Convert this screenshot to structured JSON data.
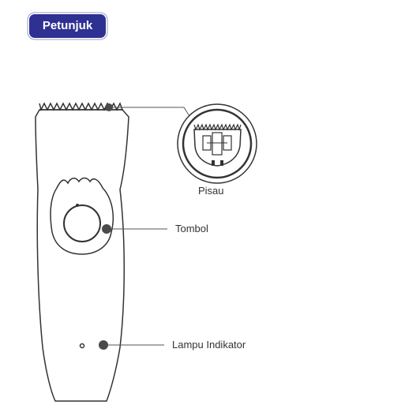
{
  "badge": {
    "label": "Petunjuk",
    "color": "#2e3192"
  },
  "callouts": {
    "blade": "Pisau",
    "button": "Tombol",
    "indicator": "Lampu Indikator"
  },
  "icons": {
    "clipper": "hair-clipper-icon",
    "blade_detail": "blade-detail-icon"
  }
}
